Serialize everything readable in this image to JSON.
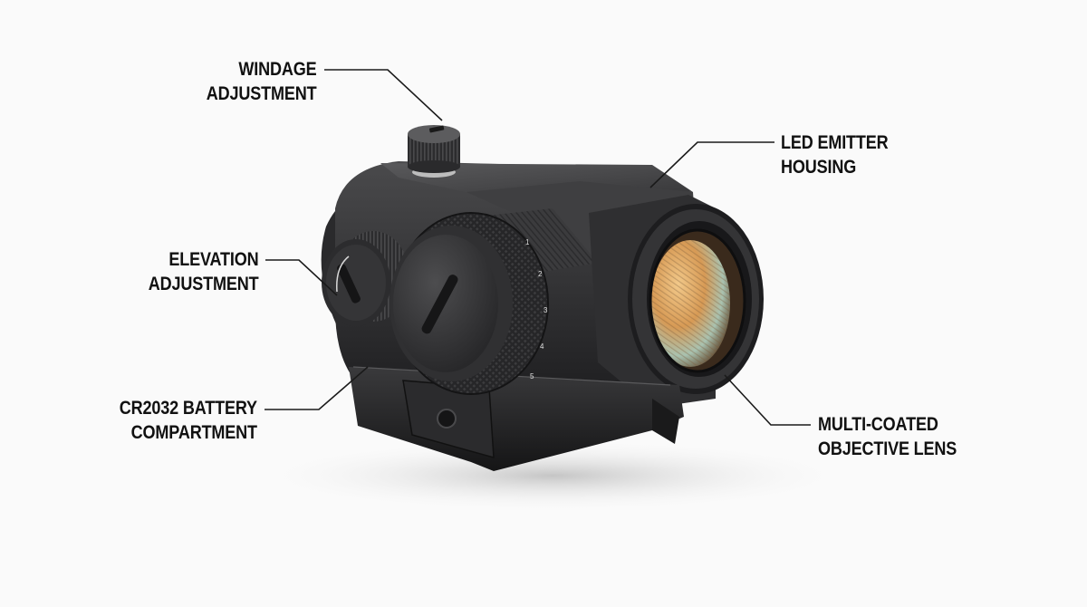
{
  "diagram": {
    "type": "annotated-product-photo",
    "subject": "red dot sight",
    "background_color": "#fafafa",
    "text_color": "#111111",
    "leader_line_color": "#1a1a1a",
    "callouts": [
      {
        "id": "windage",
        "lines": [
          "WINDAGE",
          "ADJUSTMENT"
        ],
        "align": "right"
      },
      {
        "id": "led",
        "lines": [
          "LED EMITTER",
          "HOUSING"
        ],
        "align": "left"
      },
      {
        "id": "elevation",
        "lines": [
          "ELEVATION",
          "ADJUSTMENT"
        ],
        "align": "right"
      },
      {
        "id": "battery",
        "lines": [
          "CR2032 BATTERY",
          "COMPARTMENT"
        ],
        "align": "right"
      },
      {
        "id": "lens",
        "lines": [
          "MULTI-COATED",
          "OBJECTIVE LENS"
        ],
        "align": "left"
      }
    ],
    "brightness_dial_marks": [
      "1",
      "2",
      "3",
      "4",
      "5"
    ]
  }
}
